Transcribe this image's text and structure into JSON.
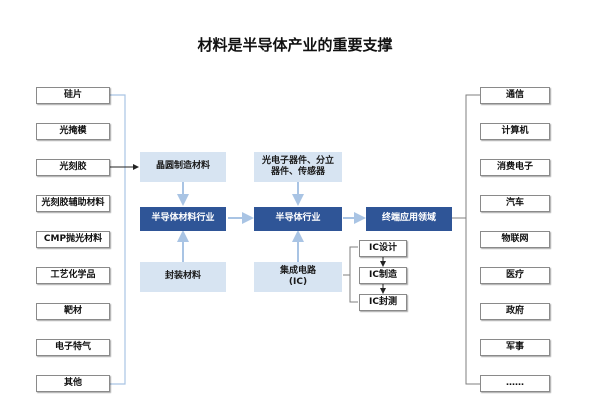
{
  "title": "材料是半导体产业的重要支撑",
  "left_materials": [
    "硅片",
    "光掩模",
    "光刻胶",
    "光刻胶辅助材料",
    "CMP抛光材料",
    "工艺化学品",
    "靶材",
    "电子特气",
    "其他"
  ],
  "nodes": {
    "wafer_materials": "晶圆制造材料",
    "semi_materials_industry": "半导体材料行业",
    "packaging_materials": "封装材料",
    "optoelectronics": "光电子器件、分立器件、传感器",
    "semi_industry": "半导体行业",
    "ic_line1": "集成电路",
    "ic_line2": "(IC)",
    "terminal_apps": "终端应用领域"
  },
  "ic_steps": [
    "IC设计",
    "IC制造",
    "IC封测"
  ],
  "applications": [
    "通信",
    "计算机",
    "消费电子",
    "汽车",
    "物联网",
    "医疗",
    "政府",
    "军事",
    "……"
  ],
  "colors": {
    "dark": "#2f5597",
    "light": "#d7e4f2",
    "line": "#a9c4e4",
    "grey": "#7f7f7f"
  }
}
